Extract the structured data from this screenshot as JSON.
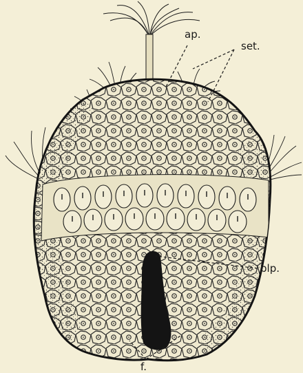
{
  "figure": {
    "labels": {
      "ap": "ap.",
      "set": "set.",
      "blp": "blp.",
      "f": "f."
    },
    "colors": {
      "background": "#f4efd7",
      "ink": "#1a1a1a",
      "cell_fill": "#efe9cf",
      "dark": "#141414"
    }
  }
}
